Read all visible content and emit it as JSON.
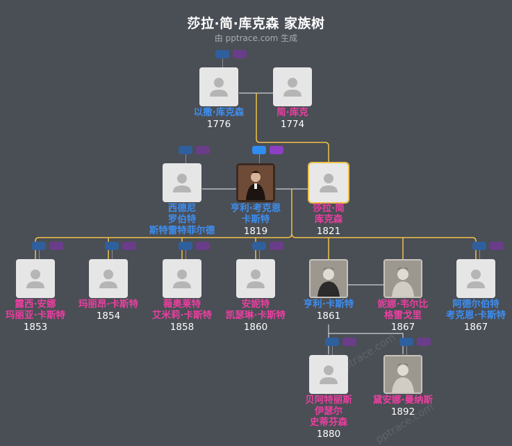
{
  "header": {
    "title": "莎拉·简·库克森 家族树",
    "subtitle": "由 pptrace.com 生成"
  },
  "watermark": "pptrace.com",
  "colors": {
    "male": "#3d8ef0",
    "female": "#ea3fa0",
    "line": "#cfd2d6",
    "highlight_line": "#f0c24a",
    "background": "#4a4e55"
  },
  "people": {
    "isaac": {
      "name": [
        "以撒·库克森"
      ],
      "year": "1776",
      "gender": "male",
      "photo": "placeholder-person-icon"
    },
    "jane": {
      "name": [
        "简·库克"
      ],
      "year": "1774",
      "gender": "female",
      "photo": "placeholder-person-icon"
    },
    "sidney": {
      "name": [
        "西德尼",
        "罗伯特",
        "斯特雷特菲尔德"
      ],
      "year": "",
      "gender": "male",
      "photo": "placeholder-person-icon"
    },
    "henry_sr": {
      "name": [
        "亨利·考克恩",
        "卡斯特"
      ],
      "year": "1819",
      "gender": "male",
      "photo": "portrait-painting"
    },
    "sarah": {
      "name": [
        "莎拉·简",
        "库克森"
      ],
      "year": "1821",
      "gender": "female",
      "photo": "placeholder-person-icon",
      "selected": true
    },
    "lucy": {
      "name": [
        "露西·安娜",
        "玛丽亚·卡斯特"
      ],
      "year": "1853",
      "gender": "female",
      "photo": "placeholder-person-icon"
    },
    "marian": {
      "name": [
        "玛丽昂·卡斯特"
      ],
      "year": "1854",
      "gender": "female",
      "photo": "placeholder-person-icon"
    },
    "violet": {
      "name": [
        "薇奥莱特",
        "艾米莉·卡斯特"
      ],
      "year": "1858",
      "gender": "female",
      "photo": "placeholder-person-icon"
    },
    "annette": {
      "name": [
        "安妮特",
        "凯瑟琳·卡斯特"
      ],
      "year": "1860",
      "gender": "female",
      "photo": "placeholder-person-icon"
    },
    "henry": {
      "name": [
        "亨利·卡斯特"
      ],
      "year": "1861",
      "gender": "male",
      "photo": "portrait-photo"
    },
    "nina": {
      "name": [
        "妮娜·韦尔比",
        "格雷戈里"
      ],
      "year": "1867",
      "gender": "female",
      "photo": "portrait-photo"
    },
    "albert": {
      "name": [
        "阿德尔伯特",
        "考克恩·卡斯特"
      ],
      "year": "1867",
      "gender": "male",
      "photo": "placeholder-person-icon"
    },
    "beatrice": {
      "name": [
        "贝阿特丽斯",
        "伊瑟尔",
        "史蒂芬森"
      ],
      "year": "1880",
      "gender": "female",
      "photo": "placeholder-person-icon"
    },
    "diana": {
      "name": [
        "黛安娜·曼纳斯"
      ],
      "year": "1892",
      "gender": "female",
      "photo": "portrait-photo"
    }
  }
}
